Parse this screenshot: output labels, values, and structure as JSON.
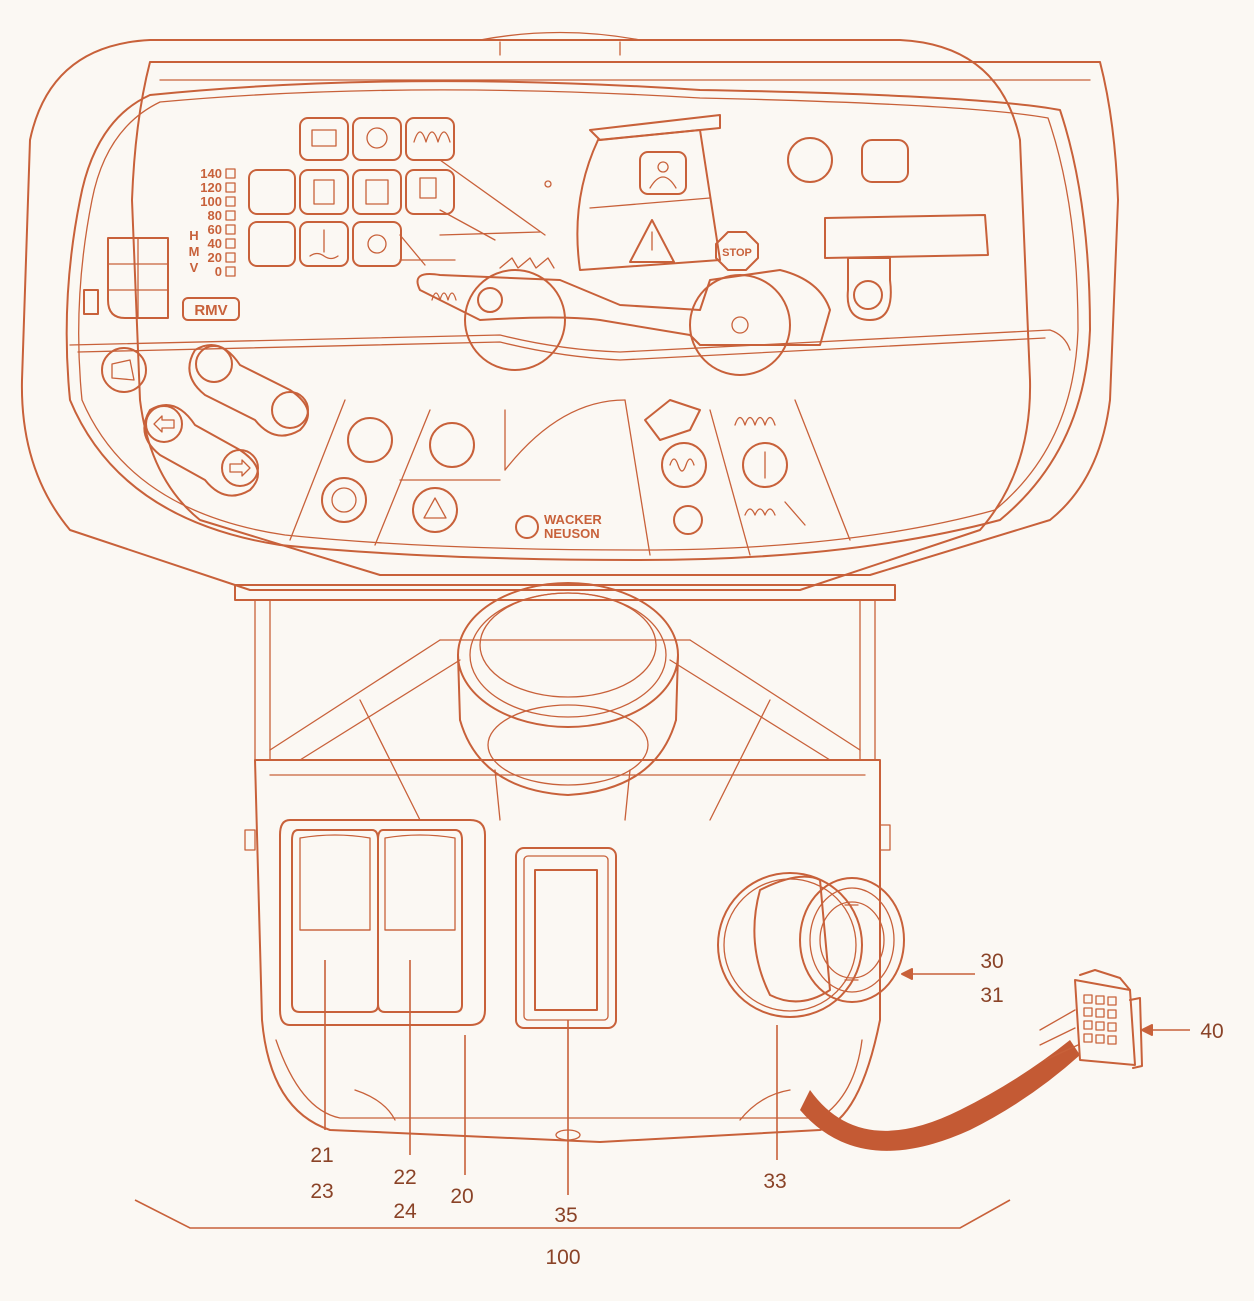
{
  "diagram": {
    "callouts": [
      {
        "id": "21",
        "label": "21"
      },
      {
        "id": "23",
        "label": "23"
      },
      {
        "id": "22",
        "label": "22"
      },
      {
        "id": "24",
        "label": "24"
      },
      {
        "id": "20",
        "label": "20"
      },
      {
        "id": "35",
        "label": "35"
      },
      {
        "id": "33",
        "label": "33"
      },
      {
        "id": "30",
        "label": "30"
      },
      {
        "id": "31",
        "label": "31"
      },
      {
        "id": "40",
        "label": "40"
      },
      {
        "id": "100",
        "label": "100"
      }
    ],
    "panel": {
      "rmv_label": "RMV",
      "stop_label": "STOP",
      "brand_line1": "WACKER",
      "brand_line2": "NEUSON",
      "speed_scale": [
        "140",
        "120",
        "100",
        "80",
        "60",
        "40",
        "20",
        "0"
      ],
      "range_letters": [
        "H",
        "M",
        "V"
      ]
    },
    "colors": {
      "line": "#c8613a",
      "cable": "#c45a34",
      "background": "#fbf8f3"
    }
  }
}
